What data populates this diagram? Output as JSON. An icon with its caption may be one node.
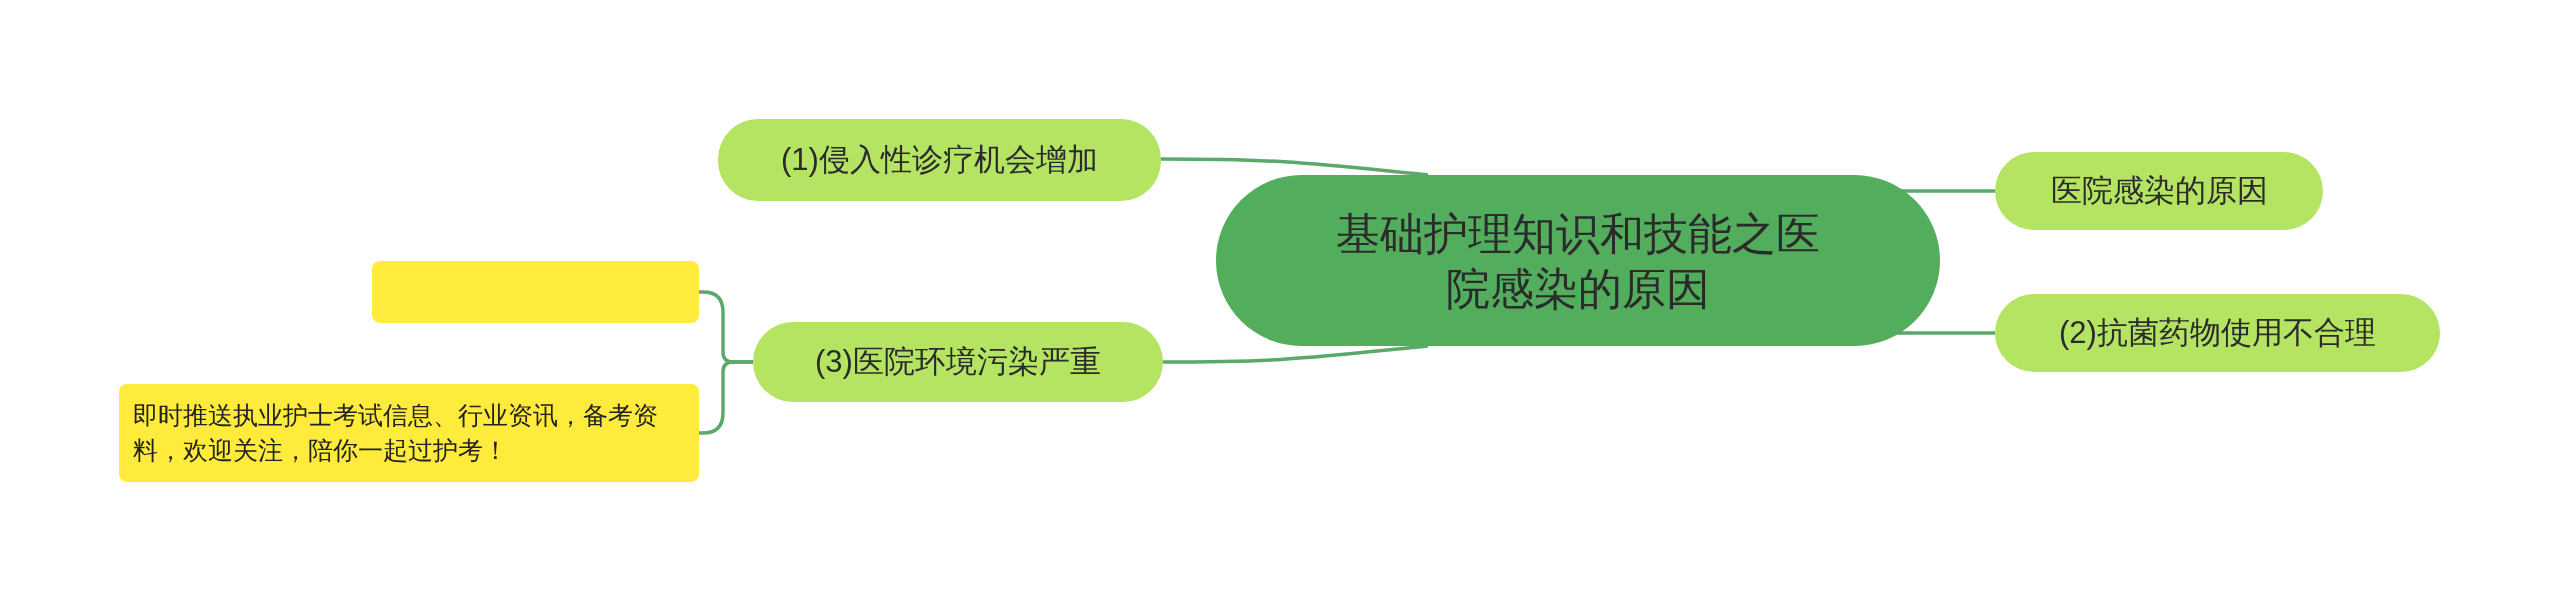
{
  "diagram": {
    "nodes": [
      {
        "text": [
          "基础护理知识和技能之医院感染的原因"
        ]
      },
      {
        "text": [
          "(1)侵入性诊疗机会增加"
        ]
      },
      {
        "text": [
          "(3)医院环境污染严重"
        ]
      },
      {
        "text": [
          "医院感染的原因"
        ]
      },
      {
        "text": [
          "(2)抗菌药物使用不合理"
        ]
      },
      {
        "text": [],
        "shape": "box"
      },
      {
        "text": [
          "即时推送执业护士考试信息、行业资讯，备考资料，欢迎关注，陪你一起过护考！"
        ]
      }
    ],
    "edges": [
      {
        "from": 0,
        "to": 1,
        "arrow": "none"
      },
      {
        "from": 0,
        "to": 2,
        "arrow": "none"
      },
      {
        "from": 0,
        "to": 3,
        "arrow": "none"
      },
      {
        "from": 0,
        "to": 4,
        "arrow": "none"
      },
      {
        "from": 2,
        "to": 5,
        "arrow": "none"
      },
      {
        "from": 2,
        "to": 6,
        "arrow": "none"
      }
    ]
  }
}
